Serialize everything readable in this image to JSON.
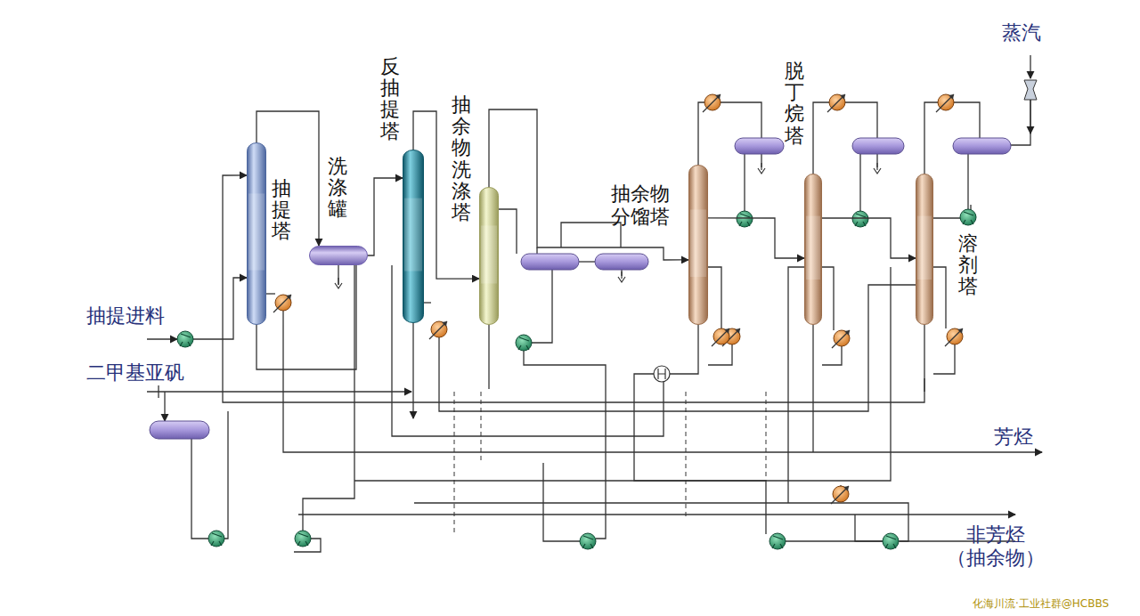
{
  "diagram": {
    "nodes": [
      {
        "text": [
          "抽提塔"
        ]
      },
      {
        "text": [
          "洗涤罐"
        ]
      },
      {
        "text": [
          "反抽提塔"
        ]
      },
      {
        "text": [
          "抽余物洗涤塔"
        ]
      },
      {
        "text": [
          "抽余物 分馏塔"
        ]
      },
      {
        "text": [
          "脱丁烷塔"
        ]
      },
      {
        "text": [
          "溶剂塔"
        ]
      }
    ],
    "edges": [
      {
        "from": 0,
        "to": 1,
        "arrow": "to"
      },
      {
        "from": 1,
        "to": 2,
        "arrow": "to"
      },
      {
        "from": 2,
        "to": 3,
        "arrow": "to"
      },
      {
        "from": 3,
        "to": 4,
        "arrow": "to"
      },
      {
        "from": 4,
        "to": 5,
        "arrow": "to"
      },
      {
        "from": 5,
        "to": 6,
        "arrow": "to"
      },
      {
        "from": 6,
        "to": 0,
        "arrow": "to"
      }
    ],
    "labels": [
      "抽提进料",
      "二甲基亚矾",
      "芳烃",
      "非芳烃 （抽余物）",
      "蒸汽",
      "化海川流·工业社群@HCBBS"
    ]
  }
}
